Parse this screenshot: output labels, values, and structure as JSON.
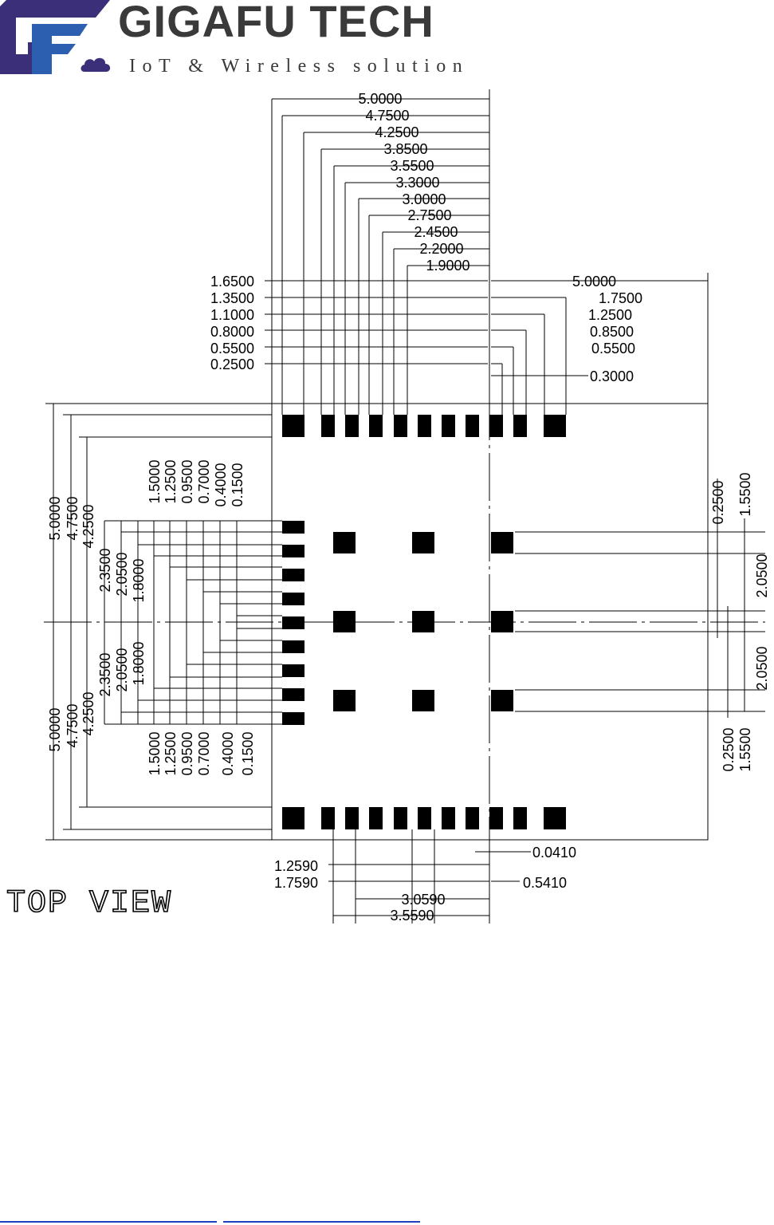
{
  "brand": {
    "name": "GIGAFU  TECH",
    "tagline": "IoT & Wireless solution",
    "colors": {
      "logo_dark": "#3b2f7a",
      "logo_light": "#2c5fb0",
      "text": "#3a3a3a"
    }
  },
  "view_label": "TOP  VIEW",
  "dims": {
    "top": [
      "5.0000",
      "4.7500",
      "4.2500",
      "3.8500",
      "3.5500",
      "3.3000",
      "3.0000",
      "2.7500",
      "2.4500",
      "2.2000",
      "1.9000"
    ],
    "upper_left": [
      "1.6500",
      "1.3500",
      "1.1000",
      "0.8000",
      "0.5500",
      "0.2500"
    ],
    "upper_right": [
      "5.0000",
      "1.7500",
      "1.2500",
      "0.8500",
      "0.5500",
      "0.3000"
    ],
    "left_outer": [
      "5.0000",
      "4.7500",
      "4.2500"
    ],
    "left_outer_lower": [
      "5.0000",
      "4.7500",
      "4.2500"
    ],
    "left_mid_upper": [
      "2.3500",
      "2.0500",
      "1.8000"
    ],
    "left_mid_lower": [
      "2.3500",
      "2.0500",
      "1.8000"
    ],
    "left_inner_upper": [
      "1.5000",
      "1.2500",
      "0.9500",
      "0.7000",
      "0.4000",
      "0.1500"
    ],
    "left_inner_lower": [
      "1.5000",
      "1.2500",
      "0.9500",
      "0.7000",
      "0.4000",
      "0.1500"
    ],
    "right_upper": [
      "0.2500",
      "1.5500",
      "2.0500"
    ],
    "right_lower": [
      "0.2500",
      "1.5500",
      "2.0500"
    ],
    "bottom": [
      "0.0410",
      "1.2590",
      "1.7590",
      "0.5410",
      "3.0590",
      "3.5590"
    ]
  },
  "bottom_links": [
    "",
    ""
  ]
}
